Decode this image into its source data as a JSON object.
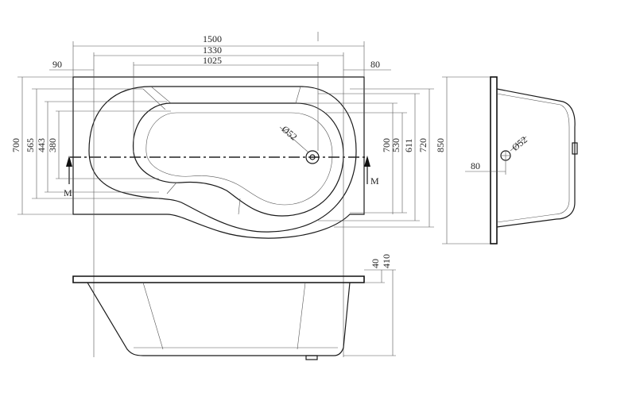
{
  "dimensions": {
    "overall_length": "1500",
    "inner_length": "1330",
    "basin_length": "1025",
    "left_rim": "90",
    "right_rim": "80",
    "left_720": "700",
    "left_565": "565",
    "left_443": "443",
    "left_380": "380",
    "right_700": "700",
    "right_530": "530",
    "right_611": "611",
    "right_720": "720",
    "side_height": "850",
    "side_offset": "80",
    "front_rim": "40",
    "front_depth": "410"
  },
  "drain_label": "Ø52",
  "side_drain_label": "Ø52",
  "section_marks": {
    "left": "M",
    "right": "M"
  }
}
